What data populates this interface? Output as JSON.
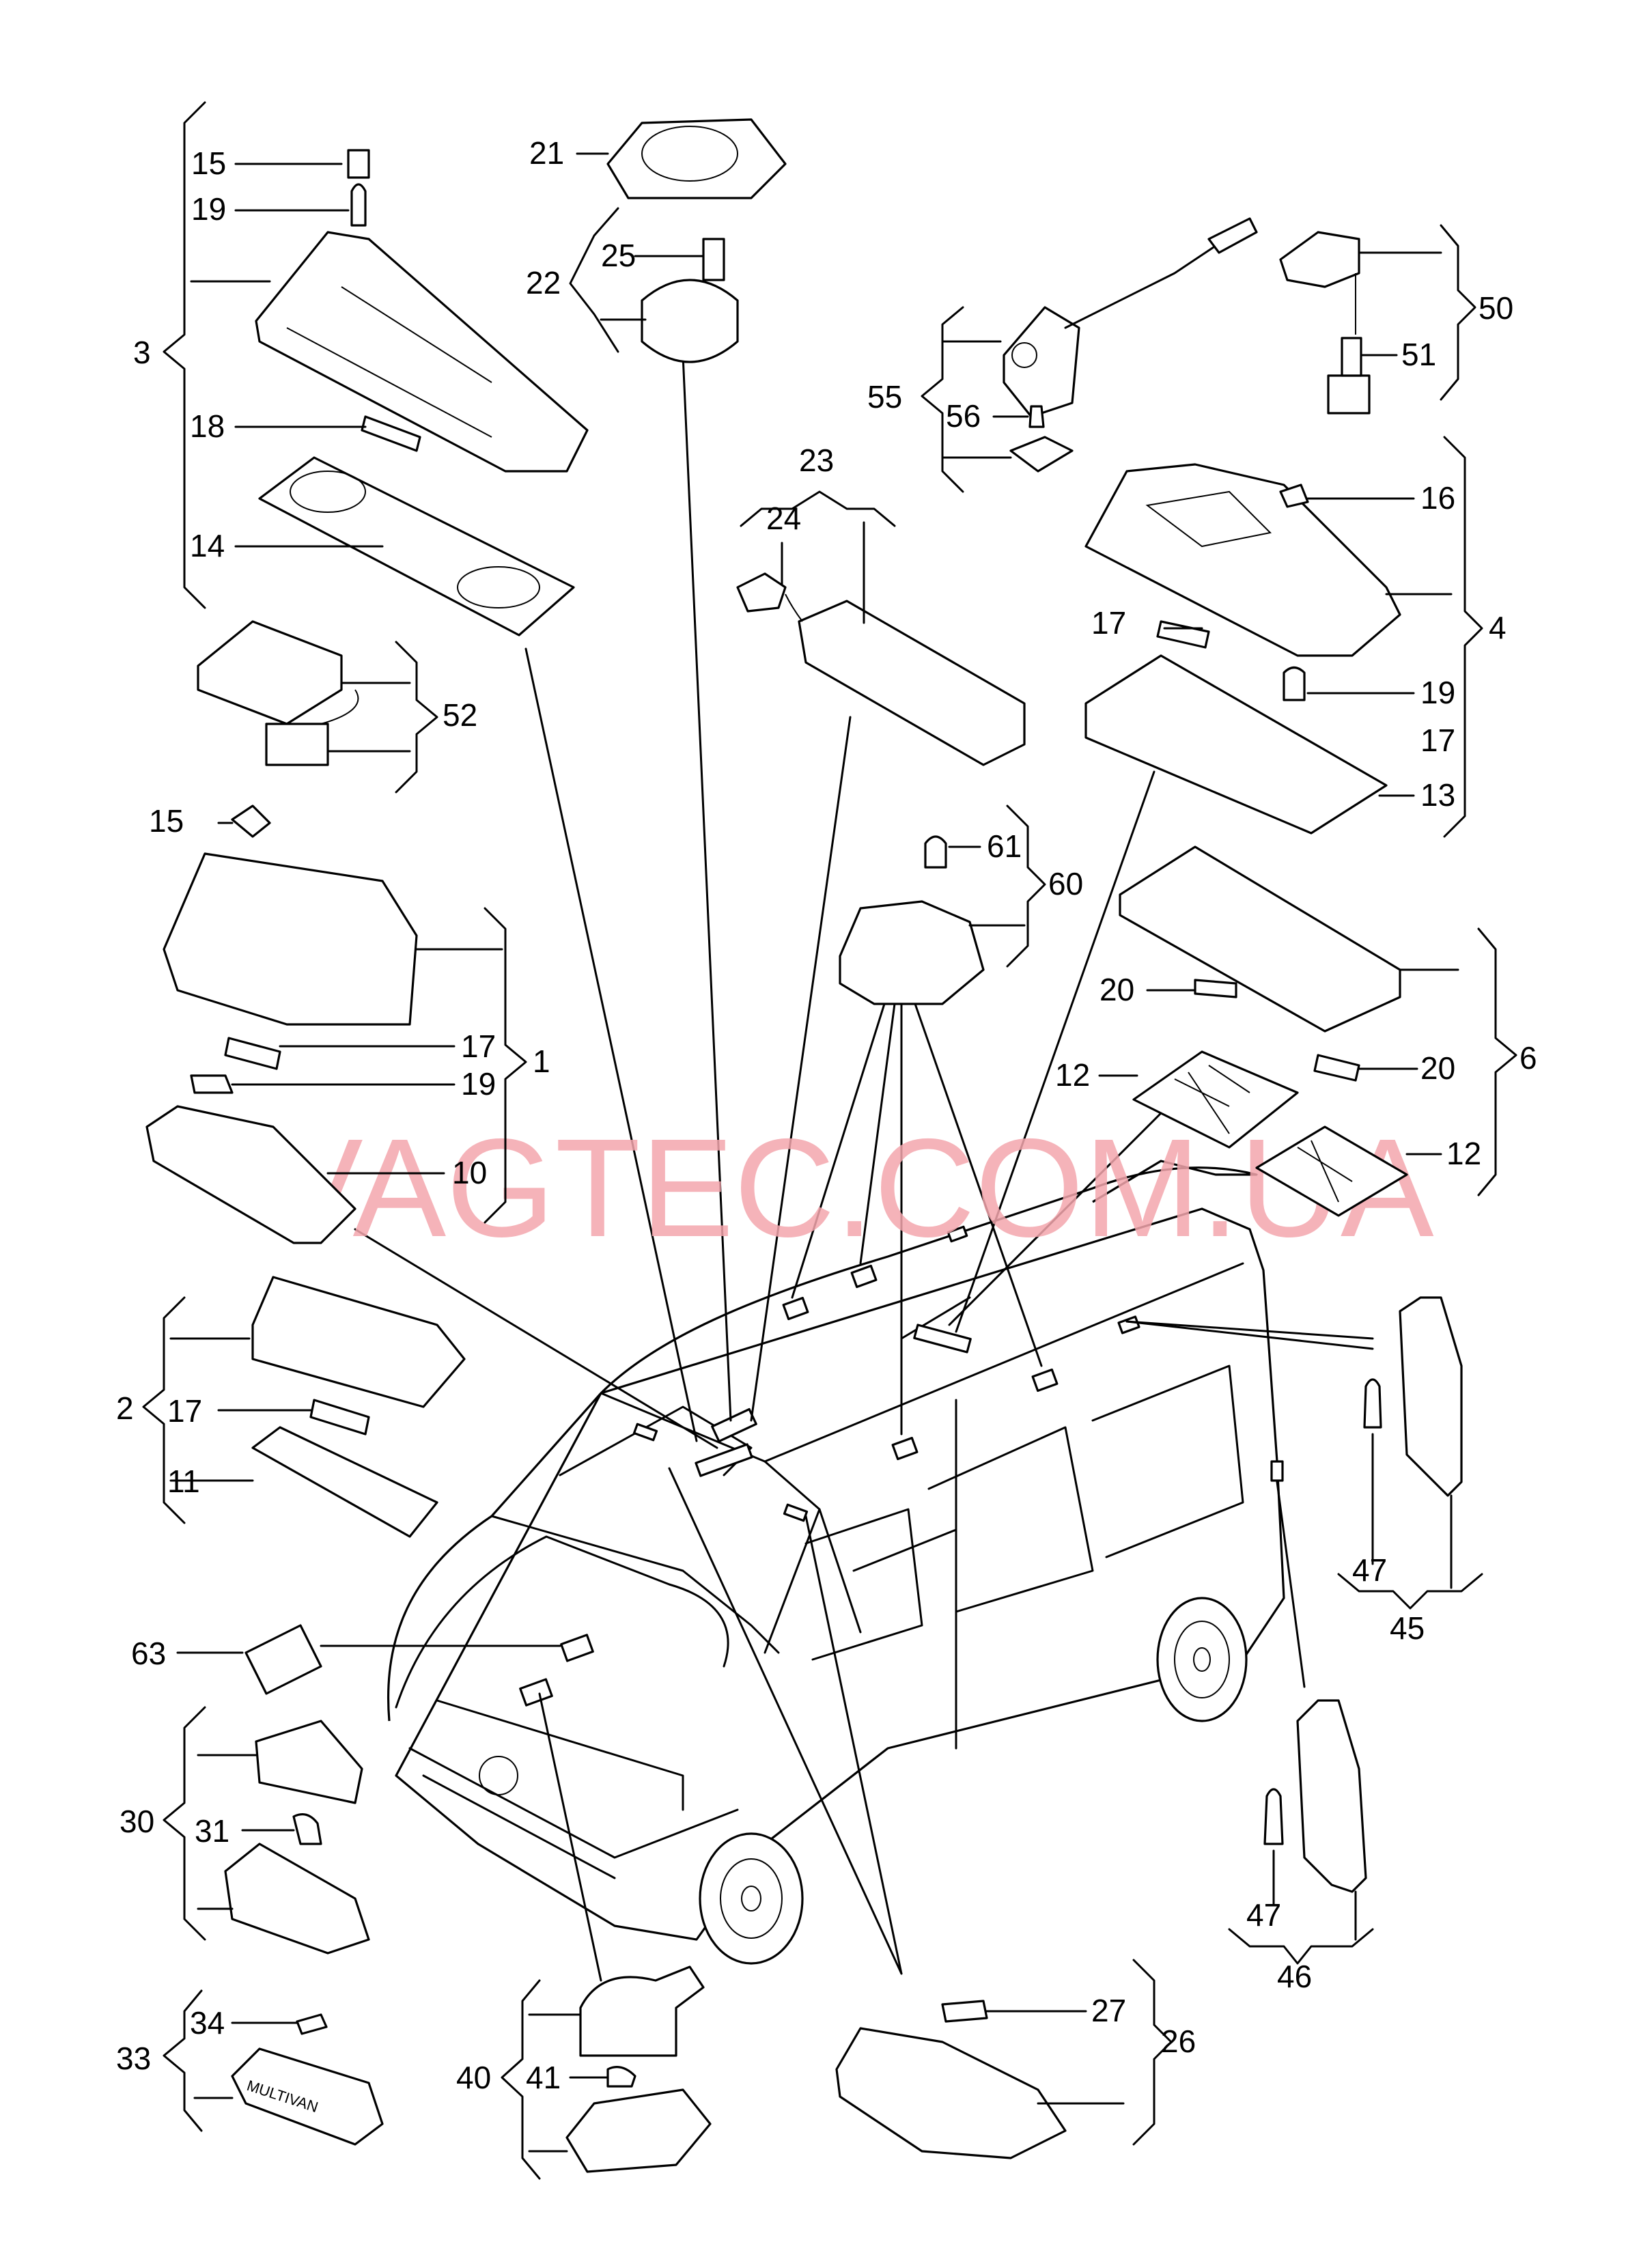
{
  "watermark": "VAGTEC.COM.UA",
  "labels": {
    "l15a": "15",
    "l19a": "19",
    "l3": "3",
    "l18": "18",
    "l14": "14",
    "l21": "21",
    "l22": "22",
    "l25": "25",
    "l52": "52",
    "l15b": "15",
    "l17a": "17",
    "l19b": "19",
    "l1": "1",
    "l10": "10",
    "l2": "2",
    "l17b": "17",
    "l11": "11",
    "l63": "63",
    "l30": "30",
    "l31": "31",
    "l33": "33",
    "l34": "34",
    "l40": "40",
    "l41": "41",
    "l23": "23",
    "l24": "24",
    "l55": "55",
    "l56": "56",
    "l50": "50",
    "l51": "51",
    "l16": "16",
    "l17c": "17",
    "l19c": "19",
    "l17d": "17",
    "l13": "13",
    "l4": "4",
    "l61": "61",
    "l60": "60",
    "l20a": "20",
    "l20b": "20",
    "l6": "6",
    "l12a": "12",
    "l12b": "12",
    "l47a": "47",
    "l45": "45",
    "l47b": "47",
    "l46": "46",
    "l27": "27",
    "l26": "26"
  },
  "cap_label": "MULTIVAN"
}
